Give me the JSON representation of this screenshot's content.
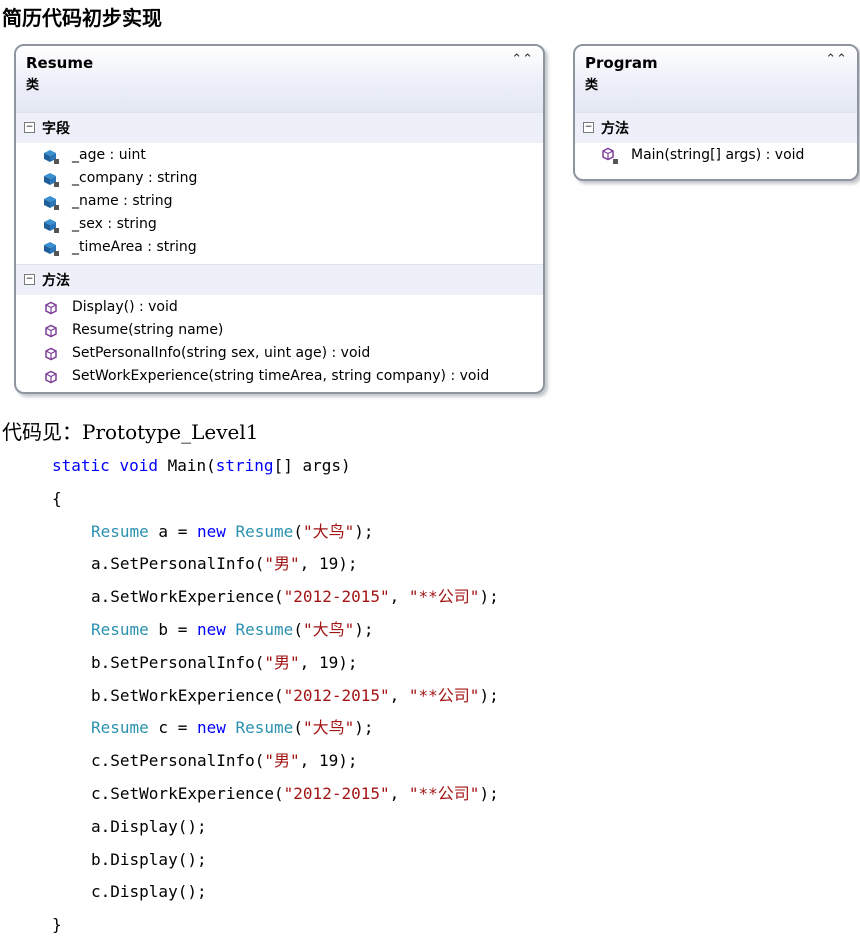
{
  "heading": "简历代码初步实现",
  "resume_class": {
    "name": "Resume",
    "kind": "类",
    "fields_section": "字段",
    "fields": [
      "_age : uint",
      "_company : string",
      "_name : string",
      "_sex : string",
      "_timeArea : string"
    ],
    "methods_section": "方法",
    "methods": [
      "Display() : void",
      "Resume(string name)",
      "SetPersonalInfo(string sex, uint age) : void",
      "SetWorkExperience(string timeArea, string company) : void"
    ]
  },
  "program_class": {
    "name": "Program",
    "kind": "类",
    "methods_section": "方法",
    "methods": [
      "Main(string[] args) : void"
    ]
  },
  "icons": {
    "collapse": "double-chevron-up-icon",
    "section_toggle": "minus-box-icon",
    "field": "private-field-icon",
    "method": "method-cube-icon",
    "static_method": "static-method-cube-icon"
  },
  "code_intro": "代码见：Prototype_Level1",
  "code": {
    "l0": [
      "static",
      " ",
      "void",
      " Main(",
      "string",
      "[] args)"
    ],
    "l1": "{",
    "l2": [
      "Resume",
      " a = ",
      "new",
      " ",
      "Resume",
      "(",
      "\"大鸟\"",
      ");"
    ],
    "l3": [
      "a.SetPersonalInfo(",
      "\"男\"",
      ", 19);"
    ],
    "l4": [
      "a.SetWorkExperience(",
      "\"2012-2015\"",
      ", ",
      "\"**公司\"",
      ");"
    ],
    "l5": [
      "Resume",
      " b = ",
      "new",
      " ",
      "Resume",
      "(",
      "\"大鸟\"",
      ");"
    ],
    "l6": [
      "b.SetPersonalInfo(",
      "\"男\"",
      ", 19);"
    ],
    "l7": [
      "b.SetWorkExperience(",
      "\"2012-2015\"",
      ", ",
      "\"**公司\"",
      ");"
    ],
    "l8": [
      "Resume",
      " c = ",
      "new",
      " ",
      "Resume",
      "(",
      "\"大鸟\"",
      ");"
    ],
    "l9": [
      "c.SetPersonalInfo(",
      "\"男\"",
      ", 19);"
    ],
    "l10": [
      "c.SetWorkExperience(",
      "\"2012-2015\"",
      ", ",
      "\"**公司\"",
      ");"
    ],
    "l11": "a.Display();",
    "l12": "b.Display();",
    "l13": "c.Display();",
    "l14": "}"
  },
  "colors": {
    "keyword": "#0000ff",
    "type": "#2b91af",
    "string": "#a31515",
    "box_border": "#8e959f"
  }
}
